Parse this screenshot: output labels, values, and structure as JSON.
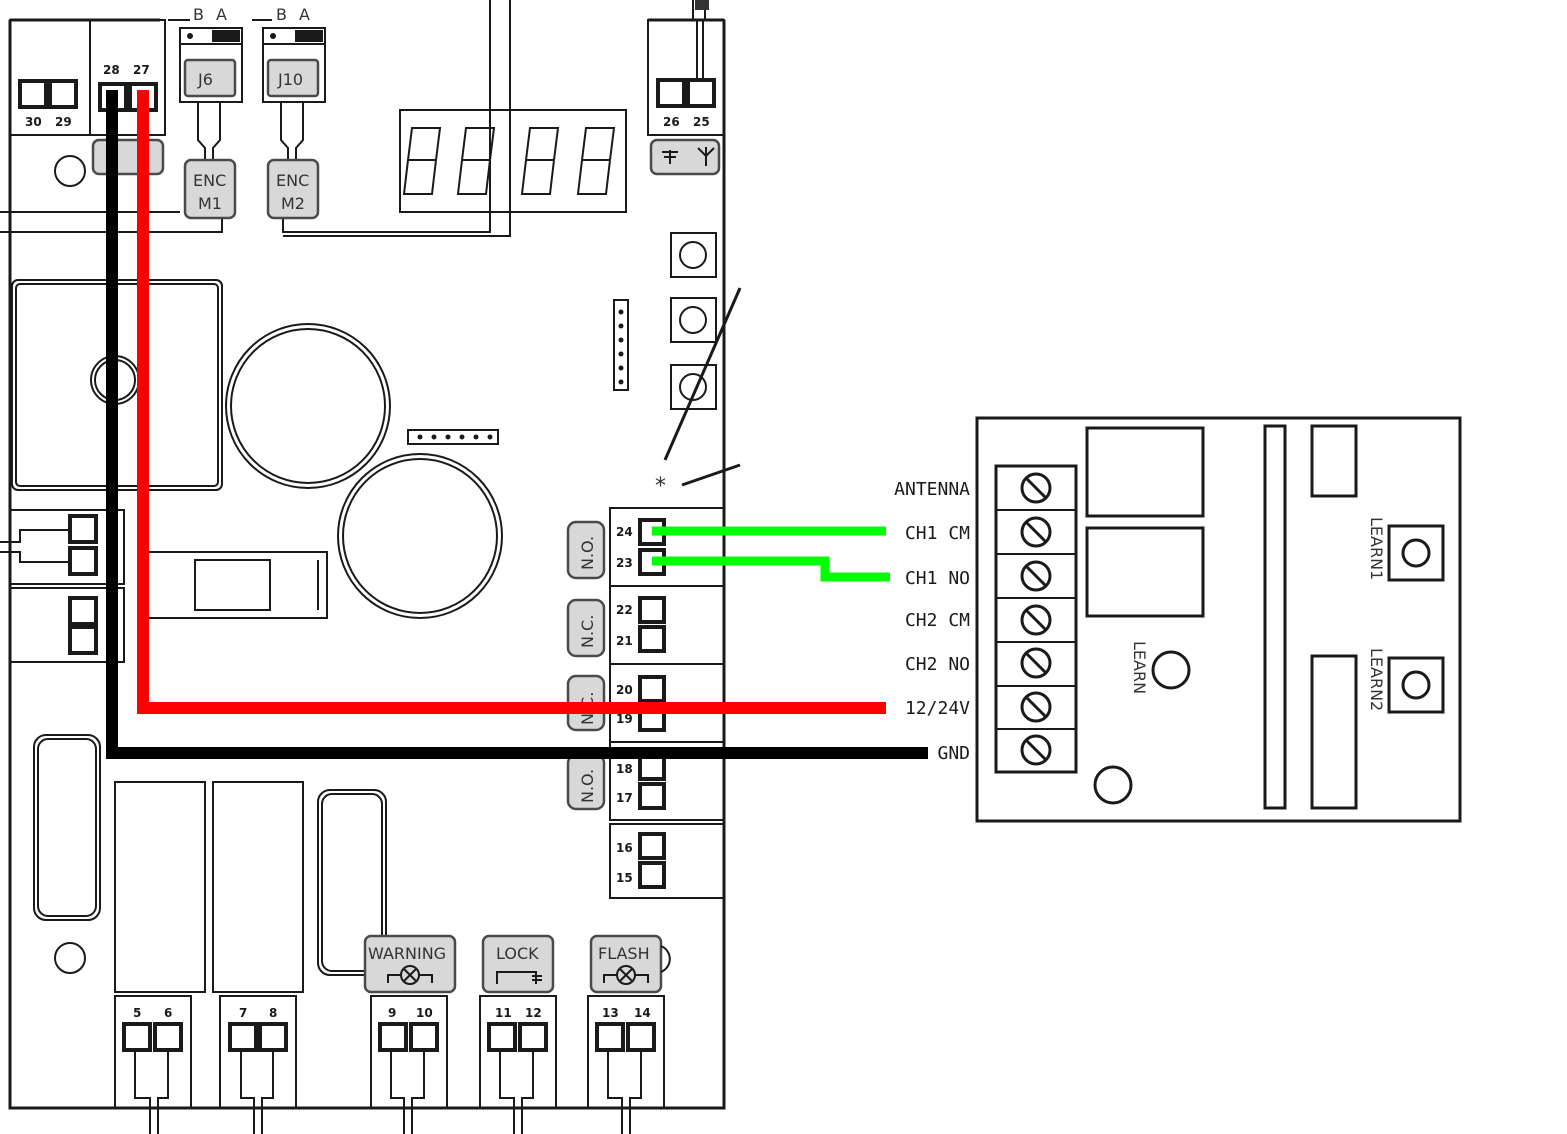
{
  "controller": {
    "jumpers": [
      {
        "id": "J6",
        "a": "A",
        "b": "B",
        "enc_line1": "ENC",
        "enc_line2": "M1"
      },
      {
        "id": "J10",
        "a": "A",
        "b": "B",
        "enc_line1": "ENC",
        "enc_line2": "M2"
      }
    ],
    "terminals": {
      "t30": "30",
      "t29": "29",
      "t28": "28",
      "t27": "27",
      "t26": "26",
      "t25": "25",
      "t24": "24",
      "t23": "23",
      "t22": "22",
      "t21": "21",
      "t20": "20",
      "t19": "19",
      "t18": "18",
      "t17": "17",
      "t16": "16",
      "t15": "15",
      "t5": "5",
      "t6": "6",
      "t7": "7",
      "t8": "8",
      "t9": "9",
      "t10": "10",
      "t11": "11",
      "t12": "12",
      "t13": "13",
      "t14": "14"
    },
    "contact_labels": {
      "no_top": "N.O.",
      "nc_mid": "N.C.",
      "nc_low": "N.C.",
      "no_bottom": "N.O."
    },
    "outputs": {
      "warning": "WARNING",
      "lock": "LOCK",
      "flash": "FLASH"
    },
    "asterisk": "*"
  },
  "receiver": {
    "pins": [
      "ANTENNA",
      "CH1 CM",
      "CH1 NO",
      "CH2 CM",
      "CH2 NO",
      "12/24V",
      "GND"
    ],
    "learn": "LEARN",
    "learn1": "LEARN1",
    "learn2": "LEARN2"
  },
  "wires": {
    "ch1_color": "#00ff00",
    "power_color": "#ff0000",
    "ground_color": "#000000"
  }
}
